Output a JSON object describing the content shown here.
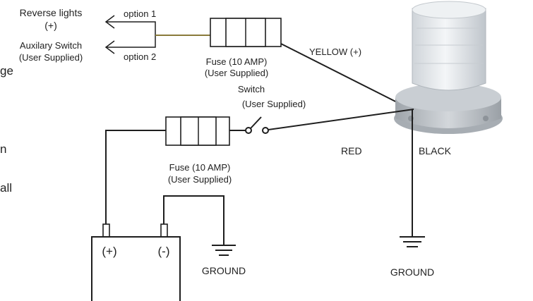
{
  "left_text": {
    "fragment_1": "ge",
    "fragment_2": "n",
    "fragment_3": "all"
  },
  "options": {
    "target_1_line1": "Reverse lights",
    "target_1_line2": "(+)",
    "target_2_line1": "Auxilary Switch",
    "target_2_line2": "(User Supplied)",
    "option_1": "option 1",
    "option_2": "option 2"
  },
  "fuse_top": {
    "line1": "Fuse (10 AMP)",
    "line2": "(User Supplied)"
  },
  "fuse_bottom": {
    "line1": "Fuse (10 AMP)",
    "line2": "(User Supplied)"
  },
  "switch": {
    "line1": "Switch",
    "line2": "(User Supplied)"
  },
  "wires": {
    "yellow": "YELLOW (+)",
    "red": "RED",
    "black": "BLACK"
  },
  "battery": {
    "positive": "(+)",
    "negative": "(-)"
  },
  "grounds": {
    "left": "GROUND",
    "right": "GROUND"
  },
  "colors": {
    "option_wire": "#8a7a3a",
    "line": "#1e1e1e",
    "beacon_lens": "#e2e6ea",
    "beacon_base": "#b9bec3"
  }
}
